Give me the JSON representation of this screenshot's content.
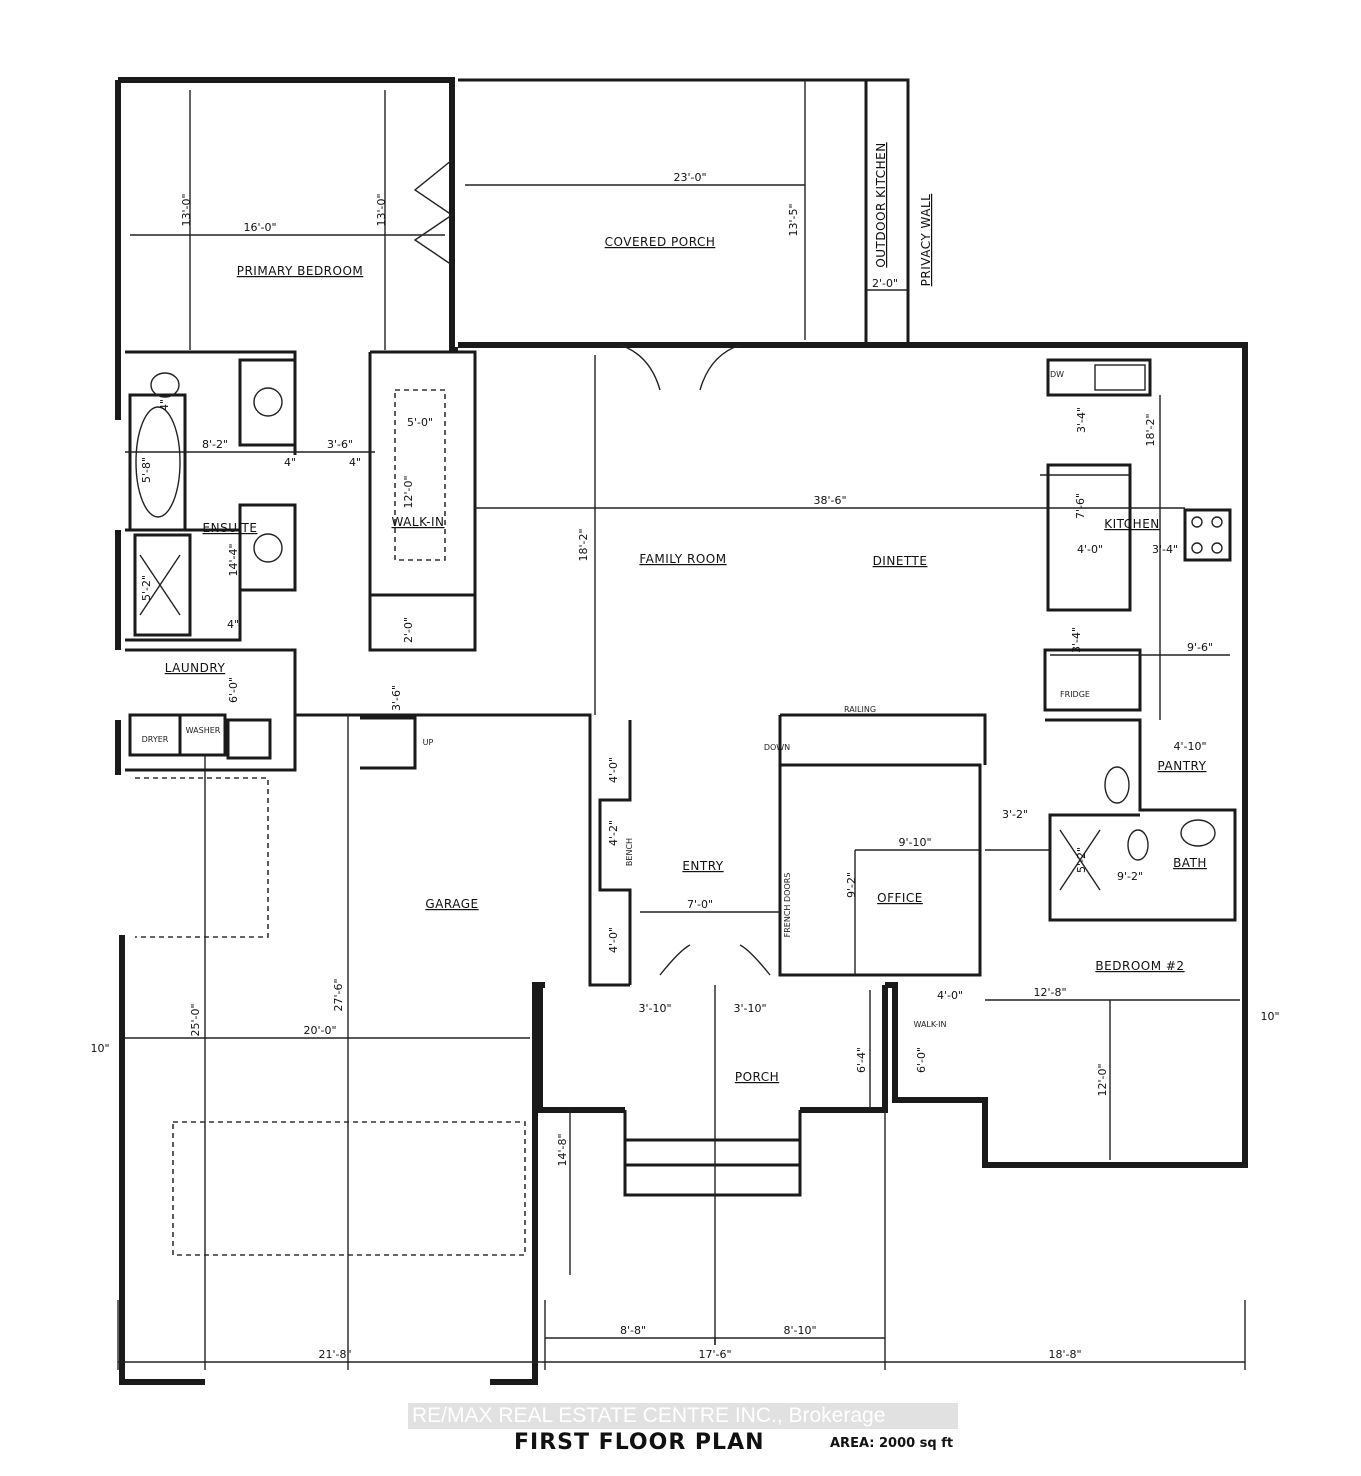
{
  "plan": {
    "title": "FIRST FLOOR PLAN",
    "area": "AREA: 2000 sq ft",
    "watermark": "RE/MAX REAL ESTATE CENTRE INC., Brokerage"
  },
  "rooms": [
    "PRIMARY BEDROOM",
    "COVERED PORCH",
    "OUTDOOR KITCHEN",
    "PRIVACY WALL",
    "ENSUITE",
    "WALK-IN",
    "LAUNDRY",
    "DRYER",
    "WASHER",
    "FAMILY ROOM",
    "DINETTE",
    "KITCHEN",
    "DW",
    "FRIDGE",
    "PANTRY",
    "BATH",
    "OFFICE",
    "FRENCH DOORS",
    "ENTRY",
    "BENCH",
    "RAILING",
    "DOWN",
    "UP",
    "GARAGE",
    "PORCH",
    "BEDROOM #2",
    "WALK-IN"
  ],
  "dimensions": [
    "16'-0\"",
    "13'-0\"",
    "13'-0\"",
    "23'-0\"",
    "13'-5\"",
    "2'-0\"",
    "8'-2\"",
    "3'-6\"",
    "5'-8\"",
    "5'-0\"",
    "12'-0\"",
    "14'-4\"",
    "5'-2\"",
    "6'-0\"",
    "2'-0\"",
    "3'-6\"",
    "38'-6\"",
    "18'-2\"",
    "18'-2\"",
    "3'-4\"",
    "7'-6\"",
    "4'-0\"",
    "3'-4\"",
    "9'-6\"",
    "3'-4\"",
    "4'-10\"",
    "3'-2\"",
    "5'-2\"",
    "9'-2\"",
    "9'-10\"",
    "9'-2\"",
    "4'-0\"",
    "4'-2\"",
    "7'-0\"",
    "4'-0\"",
    "12'-8\"",
    "4'-0\"",
    "6'-0\"",
    "12'-0\"",
    "3'-10\"",
    "3'-10\"",
    "6'-4\"",
    "14'-8\"",
    "27'-6\"",
    "25'-0\"",
    "20'-0\"",
    "10\"",
    "10\"",
    "8'-8\"",
    "8'-10\"",
    "21'-8\"",
    "17'-6\"",
    "18'-8\"",
    "4\"",
    "4\"",
    "4\"",
    "4\""
  ]
}
